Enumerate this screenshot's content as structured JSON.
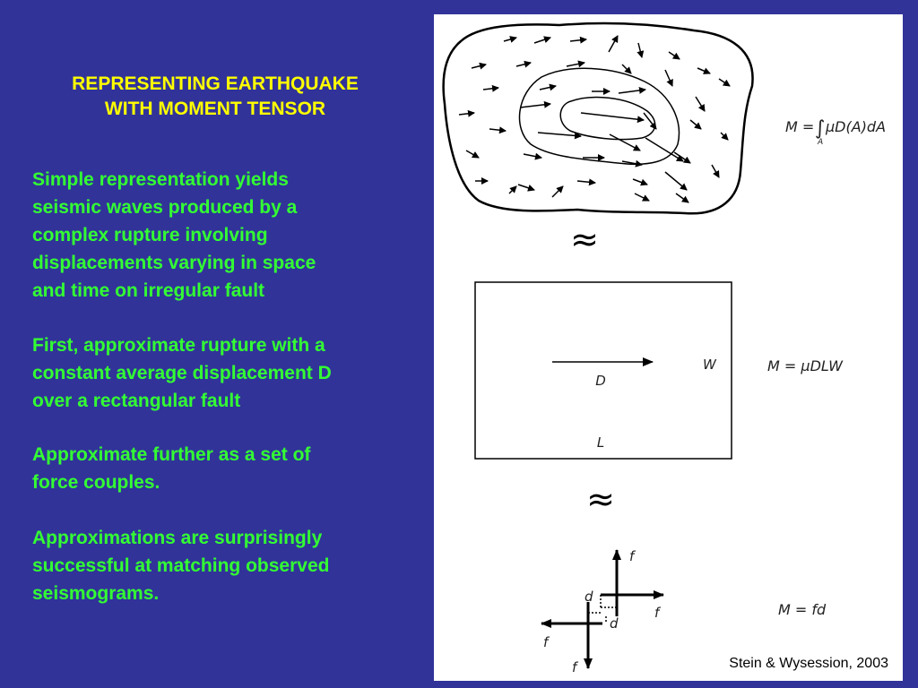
{
  "slide": {
    "title": "REPRESENTING EARTHQUAKE\nWITH MOMENT TENSOR",
    "paragraphs": [
      "Simple representation yields\nseismic waves produced by a\ncomplex rupture involving\ndisplacements varying in space\nand time on irregular fault",
      "First, approximate rupture with a\nconstant average displacement D\nover a rectangular fault",
      "Approximate further as a set of\nforce couples.",
      "Approximations are surprisingly\nsuccessful at matching observed\nseismograms."
    ],
    "colors": {
      "background": "#313399",
      "title": "#ffff00",
      "body": "#33ff33",
      "panel": "#ffffff"
    }
  },
  "figure": {
    "eq1": {
      "lhs": "M = ",
      "integral": "∫",
      "sub": "A",
      "rhs": "μD(A)dA"
    },
    "approx_symbol": "≈",
    "eq2": "M = μDLW",
    "eq3": "M = fd",
    "rect_labels": {
      "D": "D",
      "W": "W",
      "L": "L"
    },
    "couple_labels": {
      "f_top": "f",
      "f_right": "f",
      "f_left": "f",
      "f_bottom": "f",
      "d_top": "d",
      "d_right": "d"
    },
    "credit": "Stein & Wysession, 2003"
  }
}
